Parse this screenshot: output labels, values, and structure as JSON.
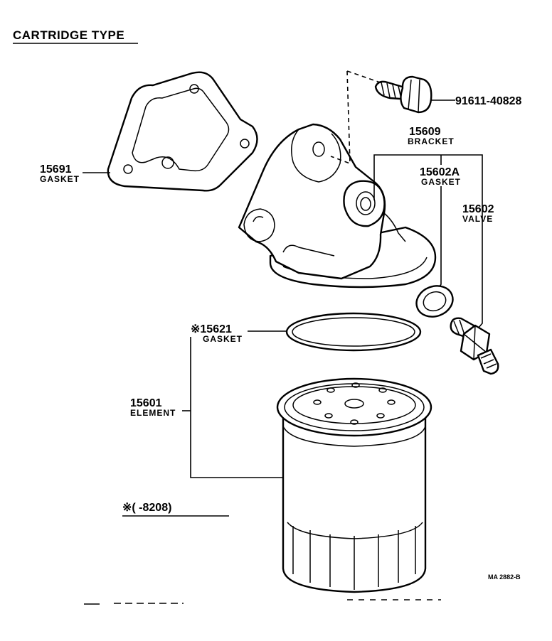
{
  "title": "CARTRIDGE TYPE",
  "parts": {
    "bolt": {
      "number": "91611-40828"
    },
    "bracket": {
      "number": "15609",
      "name": "BRACKET"
    },
    "gasket_15602a": {
      "number": "15602A",
      "name": "GASKET"
    },
    "valve": {
      "number": "15602",
      "name": "VALVE"
    },
    "gasket_15691": {
      "number": "15691",
      "name": "GASKET"
    },
    "gasket_15621": {
      "number": "※15621",
      "name": "GASKET"
    },
    "element": {
      "number": "15601",
      "name": "ELEMENT"
    }
  },
  "footnote": "※(       -8208)",
  "drawing_ref": "MA 2882-B"
}
